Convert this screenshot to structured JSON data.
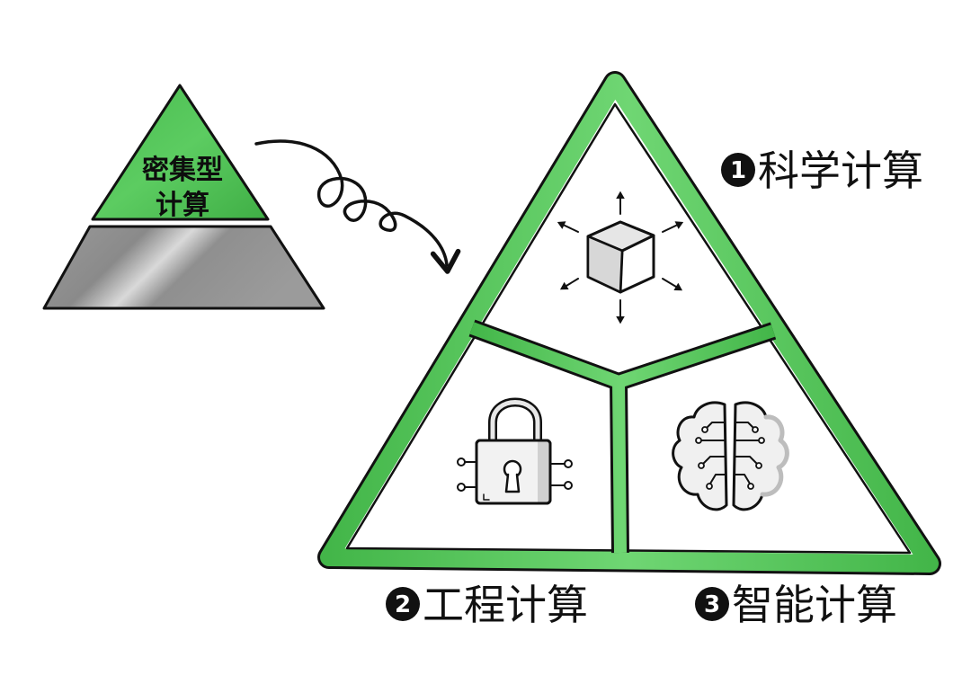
{
  "small_pyramid": {
    "top_line1": "密集型",
    "top_line2": "计算"
  },
  "big_triangle": {
    "sections": [
      {
        "num": "1",
        "label": "科学计算",
        "icon": "cube-expand-icon"
      },
      {
        "num": "2",
        "label": "工程计算",
        "icon": "circuit-lock-icon"
      },
      {
        "num": "3",
        "label": "智能计算",
        "icon": "circuit-brain-icon"
      }
    ]
  },
  "colors": {
    "green": "#43b649",
    "green_light": "#5fcf63",
    "gray": "#8c8c8c",
    "outline": "#111111"
  }
}
